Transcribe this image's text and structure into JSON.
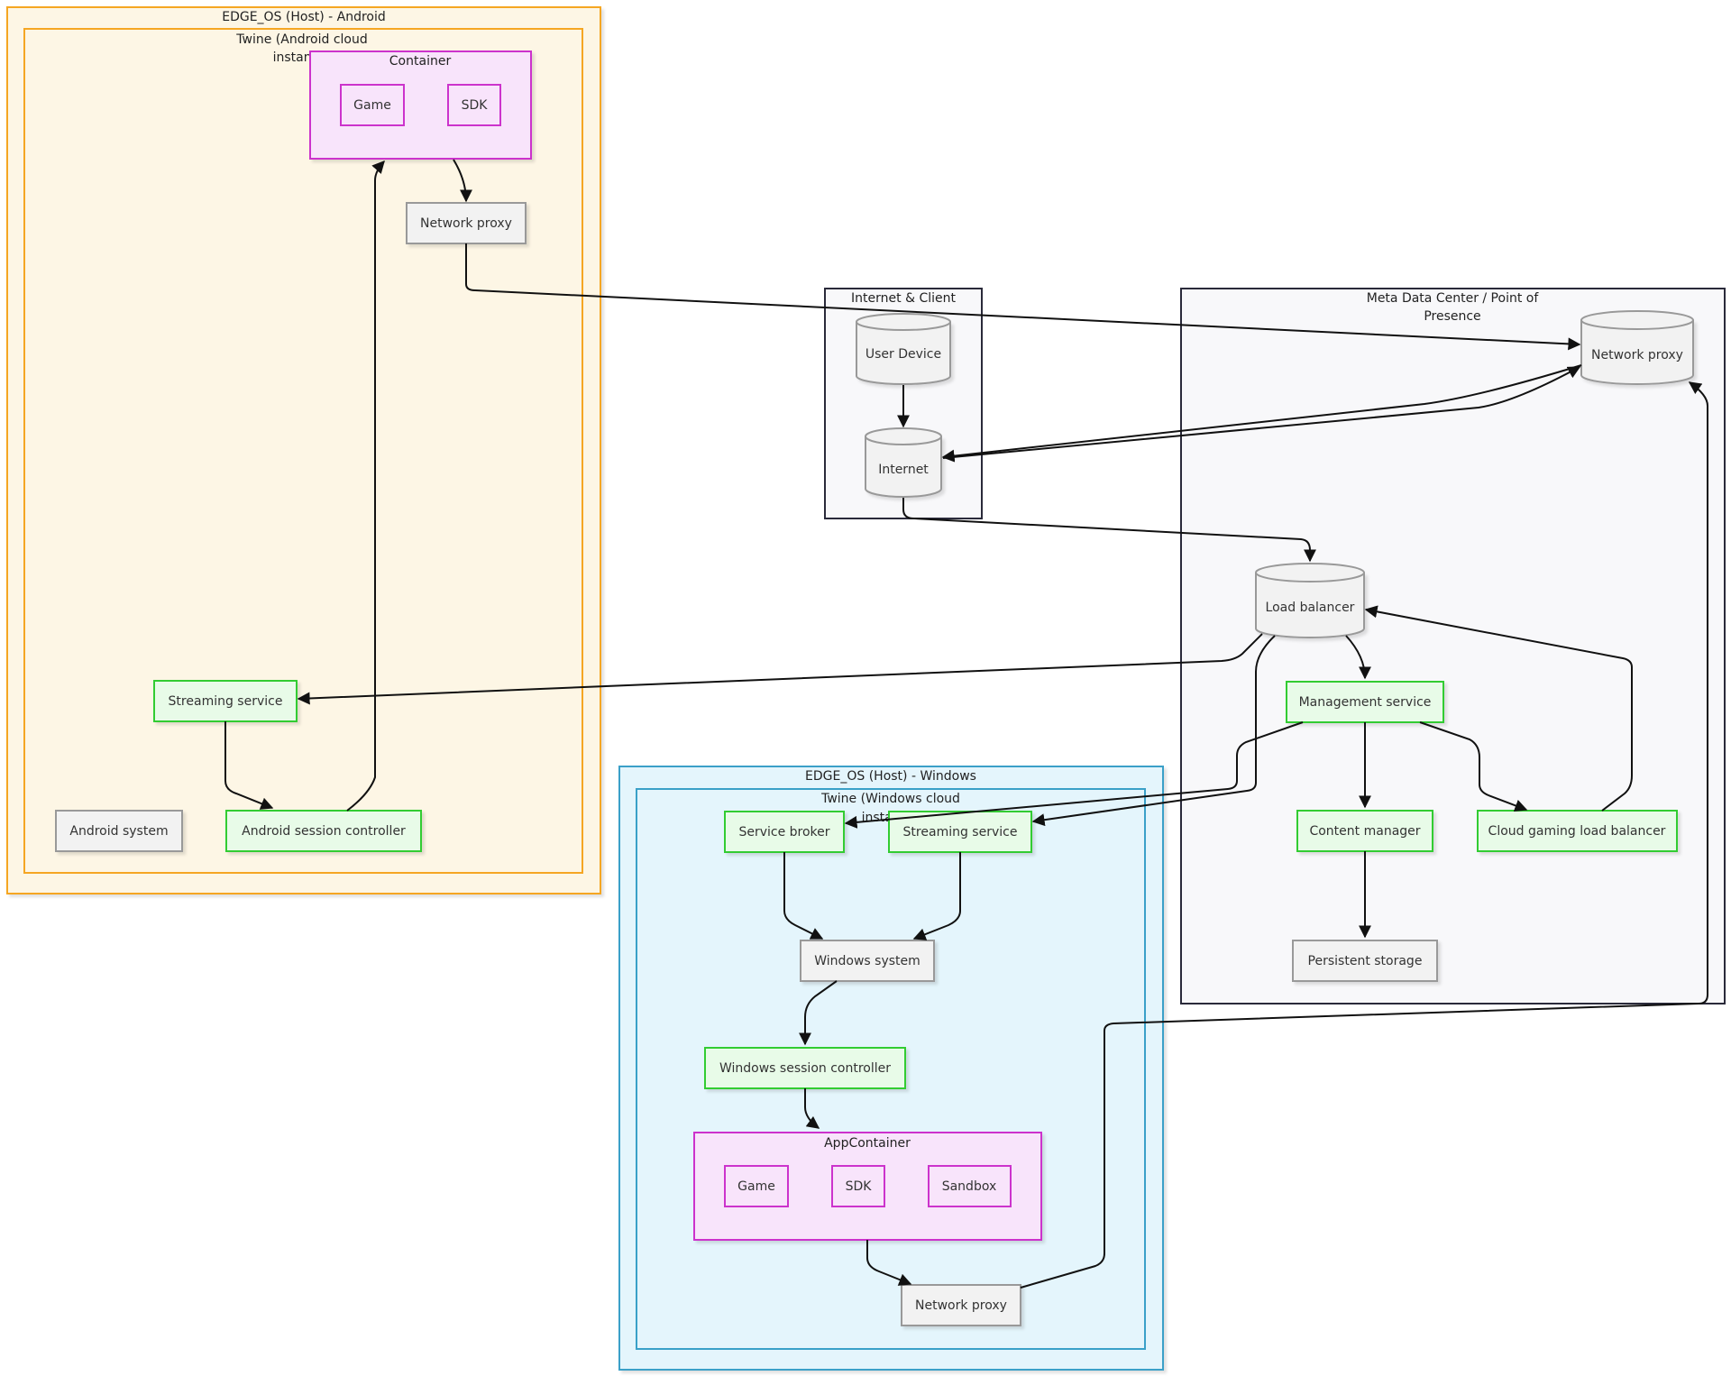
{
  "clusters": {
    "android_host": "EDGE_OS (Host) - Android",
    "android_twine": [
      "Twine (Android cloud",
      "instance)"
    ],
    "android_container": "Container",
    "internet_client": "Internet & Client",
    "meta_dc": [
      "Meta Data Center / Point of",
      "Presence"
    ],
    "windows_host": "EDGE_OS (Host) - Windows",
    "windows_twine": [
      "Twine (Windows cloud",
      "instance)"
    ],
    "app_container": "AppContainer"
  },
  "nodes": {
    "android_game": "Game",
    "android_sdk": "SDK",
    "android_network_proxy": "Network proxy",
    "android_streaming_service": "Streaming service",
    "android_system": "Android system",
    "android_session_controller": "Android session controller",
    "user_device": "User Device",
    "internet": "Internet",
    "dc_network_proxy": "Network proxy",
    "load_balancer": "Load balancer",
    "management_service": "Management service",
    "content_manager": "Content manager",
    "cloud_gaming_load_balancer": "Cloud gaming load balancer",
    "persistent_storage": "Persistent storage",
    "service_broker": "Service broker",
    "windows_streaming_service": "Streaming service",
    "windows_system": "Windows system",
    "windows_session_controller": "Windows session controller",
    "win_game": "Game",
    "win_sdk": "SDK",
    "win_sandbox": "Sandbox",
    "windows_network_proxy": "Network proxy"
  },
  "colors": {
    "android_host_border": "#f5a623",
    "android_host_fill": "#fdf6e5",
    "windows_host_border": "#3aa0c8",
    "windows_host_fill": "#e4f5fc",
    "neutral_cluster_border": "#2a2a3a",
    "neutral_cluster_fill": "#f8f8fa",
    "container_border": "#cc33cc",
    "container_fill": "#f8e4fb",
    "service_border": "#33cc33",
    "service_fill": "#e8fbe8",
    "system_border": "#999999",
    "system_fill": "#f2f2f2",
    "edge": "#111111"
  }
}
